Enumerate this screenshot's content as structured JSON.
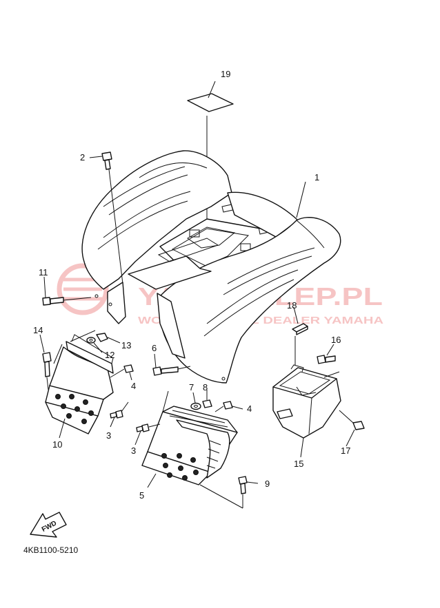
{
  "callouts": {
    "c1": "1",
    "c2": "2",
    "c3a": "3",
    "c3b": "3",
    "c4a": "4",
    "c4b": "4",
    "c5": "5",
    "c6": "6",
    "c7": "7",
    "c8": "8",
    "c9": "9",
    "c10": "10",
    "c11": "11",
    "c12": "12",
    "c13": "13",
    "c14": "14",
    "c15": "15",
    "c16": "16",
    "c17": "17",
    "c18": "18",
    "c19": "19"
  },
  "watermark": {
    "main": "YAMASKLEP.PL",
    "sub": "WOJCIECHOWICZ DEALER YAMAHA",
    "color": "#e03030"
  },
  "fwd_label": "FWD",
  "diagram_code": "4KB1100-5210"
}
